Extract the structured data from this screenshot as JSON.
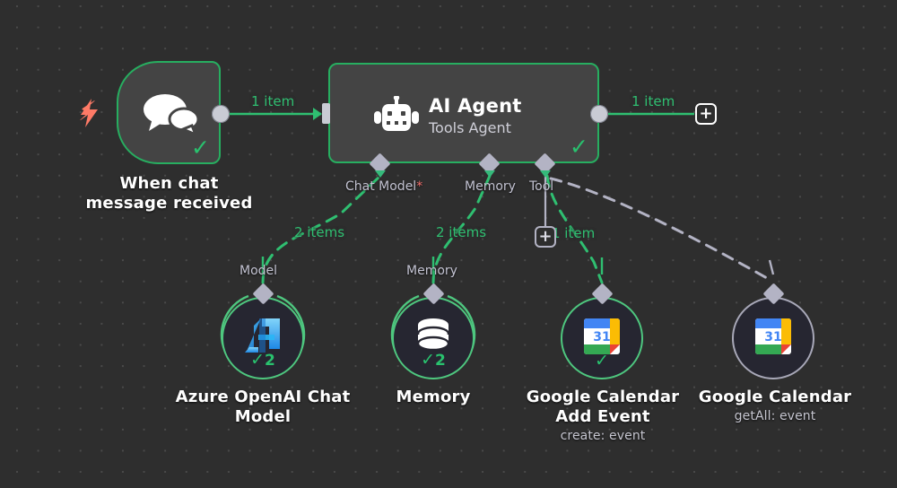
{
  "canvas": {
    "app": "n8n-workflow-canvas",
    "background_color": "#2e2e2e",
    "grid_dot_color": "#4a4a4a",
    "accent_green": "#27ae60",
    "label_green": "#2fbf71",
    "port_grey": "#b3b3c4",
    "trigger_bolt_color": "#ff7a66"
  },
  "nodes": [
    {
      "id": "chat-trigger",
      "title": "When chat message received",
      "subtitle": "",
      "icon": "chat-bubbles-icon",
      "status": "success",
      "shape": "trigger-rounded",
      "badge": "lightning-bolt-icon"
    },
    {
      "id": "ai-agent",
      "title": "AI Agent",
      "subtitle": "Tools Agent",
      "icon": "robot-icon",
      "status": "success",
      "shape": "rect",
      "ports": [
        {
          "label": "Chat Model",
          "required": true,
          "required_mark": "*"
        },
        {
          "label": "Memory",
          "required": false,
          "required_mark": ""
        },
        {
          "label": "Tool",
          "required": false,
          "required_mark": ""
        }
      ]
    },
    {
      "id": "azure-openai-chat-model",
      "title": "Azure OpenAI Chat Model",
      "subtitle": "",
      "icon": "azure-icon",
      "status": "success",
      "shape": "circle",
      "port_label": "Model",
      "run_count": "2"
    },
    {
      "id": "memory",
      "title": "Memory",
      "subtitle": "",
      "icon": "database-icon",
      "status": "success",
      "shape": "circle",
      "port_label": "Memory",
      "run_count": "2"
    },
    {
      "id": "google-calendar-add-event",
      "title": "Google Calendar Add Event",
      "subtitle": "create: event",
      "icon": "google-calendar-icon",
      "status": "success",
      "shape": "circle",
      "port_label": "",
      "run_count": ""
    },
    {
      "id": "google-calendar-get-all",
      "title": "Google Calendar",
      "subtitle": "getAll: event",
      "icon": "google-calendar-icon",
      "status": "idle",
      "shape": "circle",
      "port_label": "",
      "run_count": ""
    }
  ],
  "edges": [
    {
      "id": "trigger-to-agent",
      "label": "1 item",
      "style": "solid",
      "color": "#2fbf71"
    },
    {
      "id": "agent-to-output",
      "label": "1 item",
      "style": "solid",
      "color": "#2fbf71"
    },
    {
      "id": "model-to-agent",
      "label": "2 items",
      "style": "dashed",
      "color": "#2fbf71"
    },
    {
      "id": "memory-to-agent",
      "label": "2 items",
      "style": "dashed",
      "color": "#2fbf71"
    },
    {
      "id": "tool-to-addevent",
      "label": "1 item",
      "style": "dashed",
      "color": "#2fbf71"
    },
    {
      "id": "tool-to-getall",
      "label": "",
      "style": "dashed",
      "color": "#b3b3c4"
    }
  ],
  "buttons": {
    "add_after_agent": "+",
    "add_tool": "+"
  }
}
